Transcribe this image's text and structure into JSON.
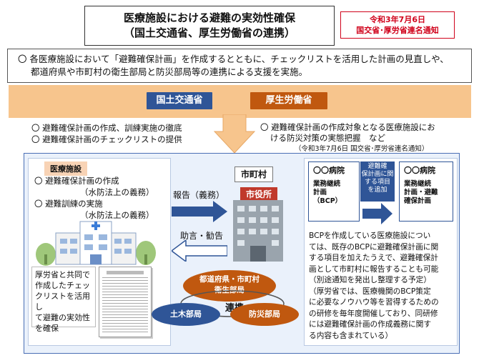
{
  "header": {
    "title_line1": "医療施設における避難の実効性確保",
    "title_line2": "（国土交通省、厚生労働省の連携）",
    "date_line1": "令和3年7月6日",
    "date_line2": "国交省･厚労省連名通知"
  },
  "summary": {
    "line1": "〇 各医療施設において「避難確保計画」を作成するとともに、チェックリストを活用した計画の見直しや、",
    "line2": "都道府県や市町村の衛生部局と防災部局等の連携による支援を実施。"
  },
  "ministries": {
    "mlit": "国土交通省",
    "mhlw": "厚生労働省"
  },
  "mlit_items": [
    "〇 避難確保計画の作成、訓練実施の徹底",
    "〇 避難確保計画のチェックリストの提供"
  ],
  "mhlw_items": {
    "line1": "〇 避難確保計画の作成対象となる医療施設にお",
    "line2": "ける防災対策の実態把握　など",
    "note": "（令和3年7月6日 国交省･厚労省連名通知）"
  },
  "hospital": {
    "label": "医療施設",
    "item1": "〇 避難確保計画の作成",
    "item1_sub": "（水防法上の義務）",
    "item2": "〇 避難訓練の実施",
    "item2_sub": "（水防法上の義務）",
    "note_lines": [
      "厚労省と共同で",
      "作成したチェッ",
      "クリストを活用し",
      "て避難の実効性",
      "を確保"
    ]
  },
  "municipality": {
    "label": "市町村",
    "sign": "市役所",
    "report": "報告（義務）",
    "advice": "助言・勧告"
  },
  "coordination": {
    "top_line1": "都道府県・市町村",
    "top_line2": "衛生部局",
    "left": "土木部局",
    "right": "防災部局",
    "center": "連携"
  },
  "bcp": {
    "card_title": "〇〇病院",
    "card1_lines": [
      "業務継続",
      "計画",
      "（BCP）"
    ],
    "callout_lines": [
      "避難確",
      "保計画に関",
      "する項目",
      "を追加"
    ],
    "card2_lines": [
      "業務継続",
      "計画・避難",
      "確保計画"
    ],
    "text_lines": [
      "BCPを作成している医療施設につい",
      "ては、既存のBCPに避難確保計画に関",
      "する項目を加えたうえで、避難確保計",
      "画として市町村に報告することも可能",
      "（別途通知を発出し整理する予定）",
      "（厚労省では、医療機関のBCP策定",
      "に必要なノウハウ等を習得するための",
      "の研修を毎年度開催しており、同研修",
      "には避難確保計画の作成義務に関す",
      "る内容も含まれている）"
    ]
  },
  "colors": {
    "blue": "#2f5597",
    "orange": "#c0580f",
    "band": "#f7c58d",
    "red": "#d0021b"
  }
}
